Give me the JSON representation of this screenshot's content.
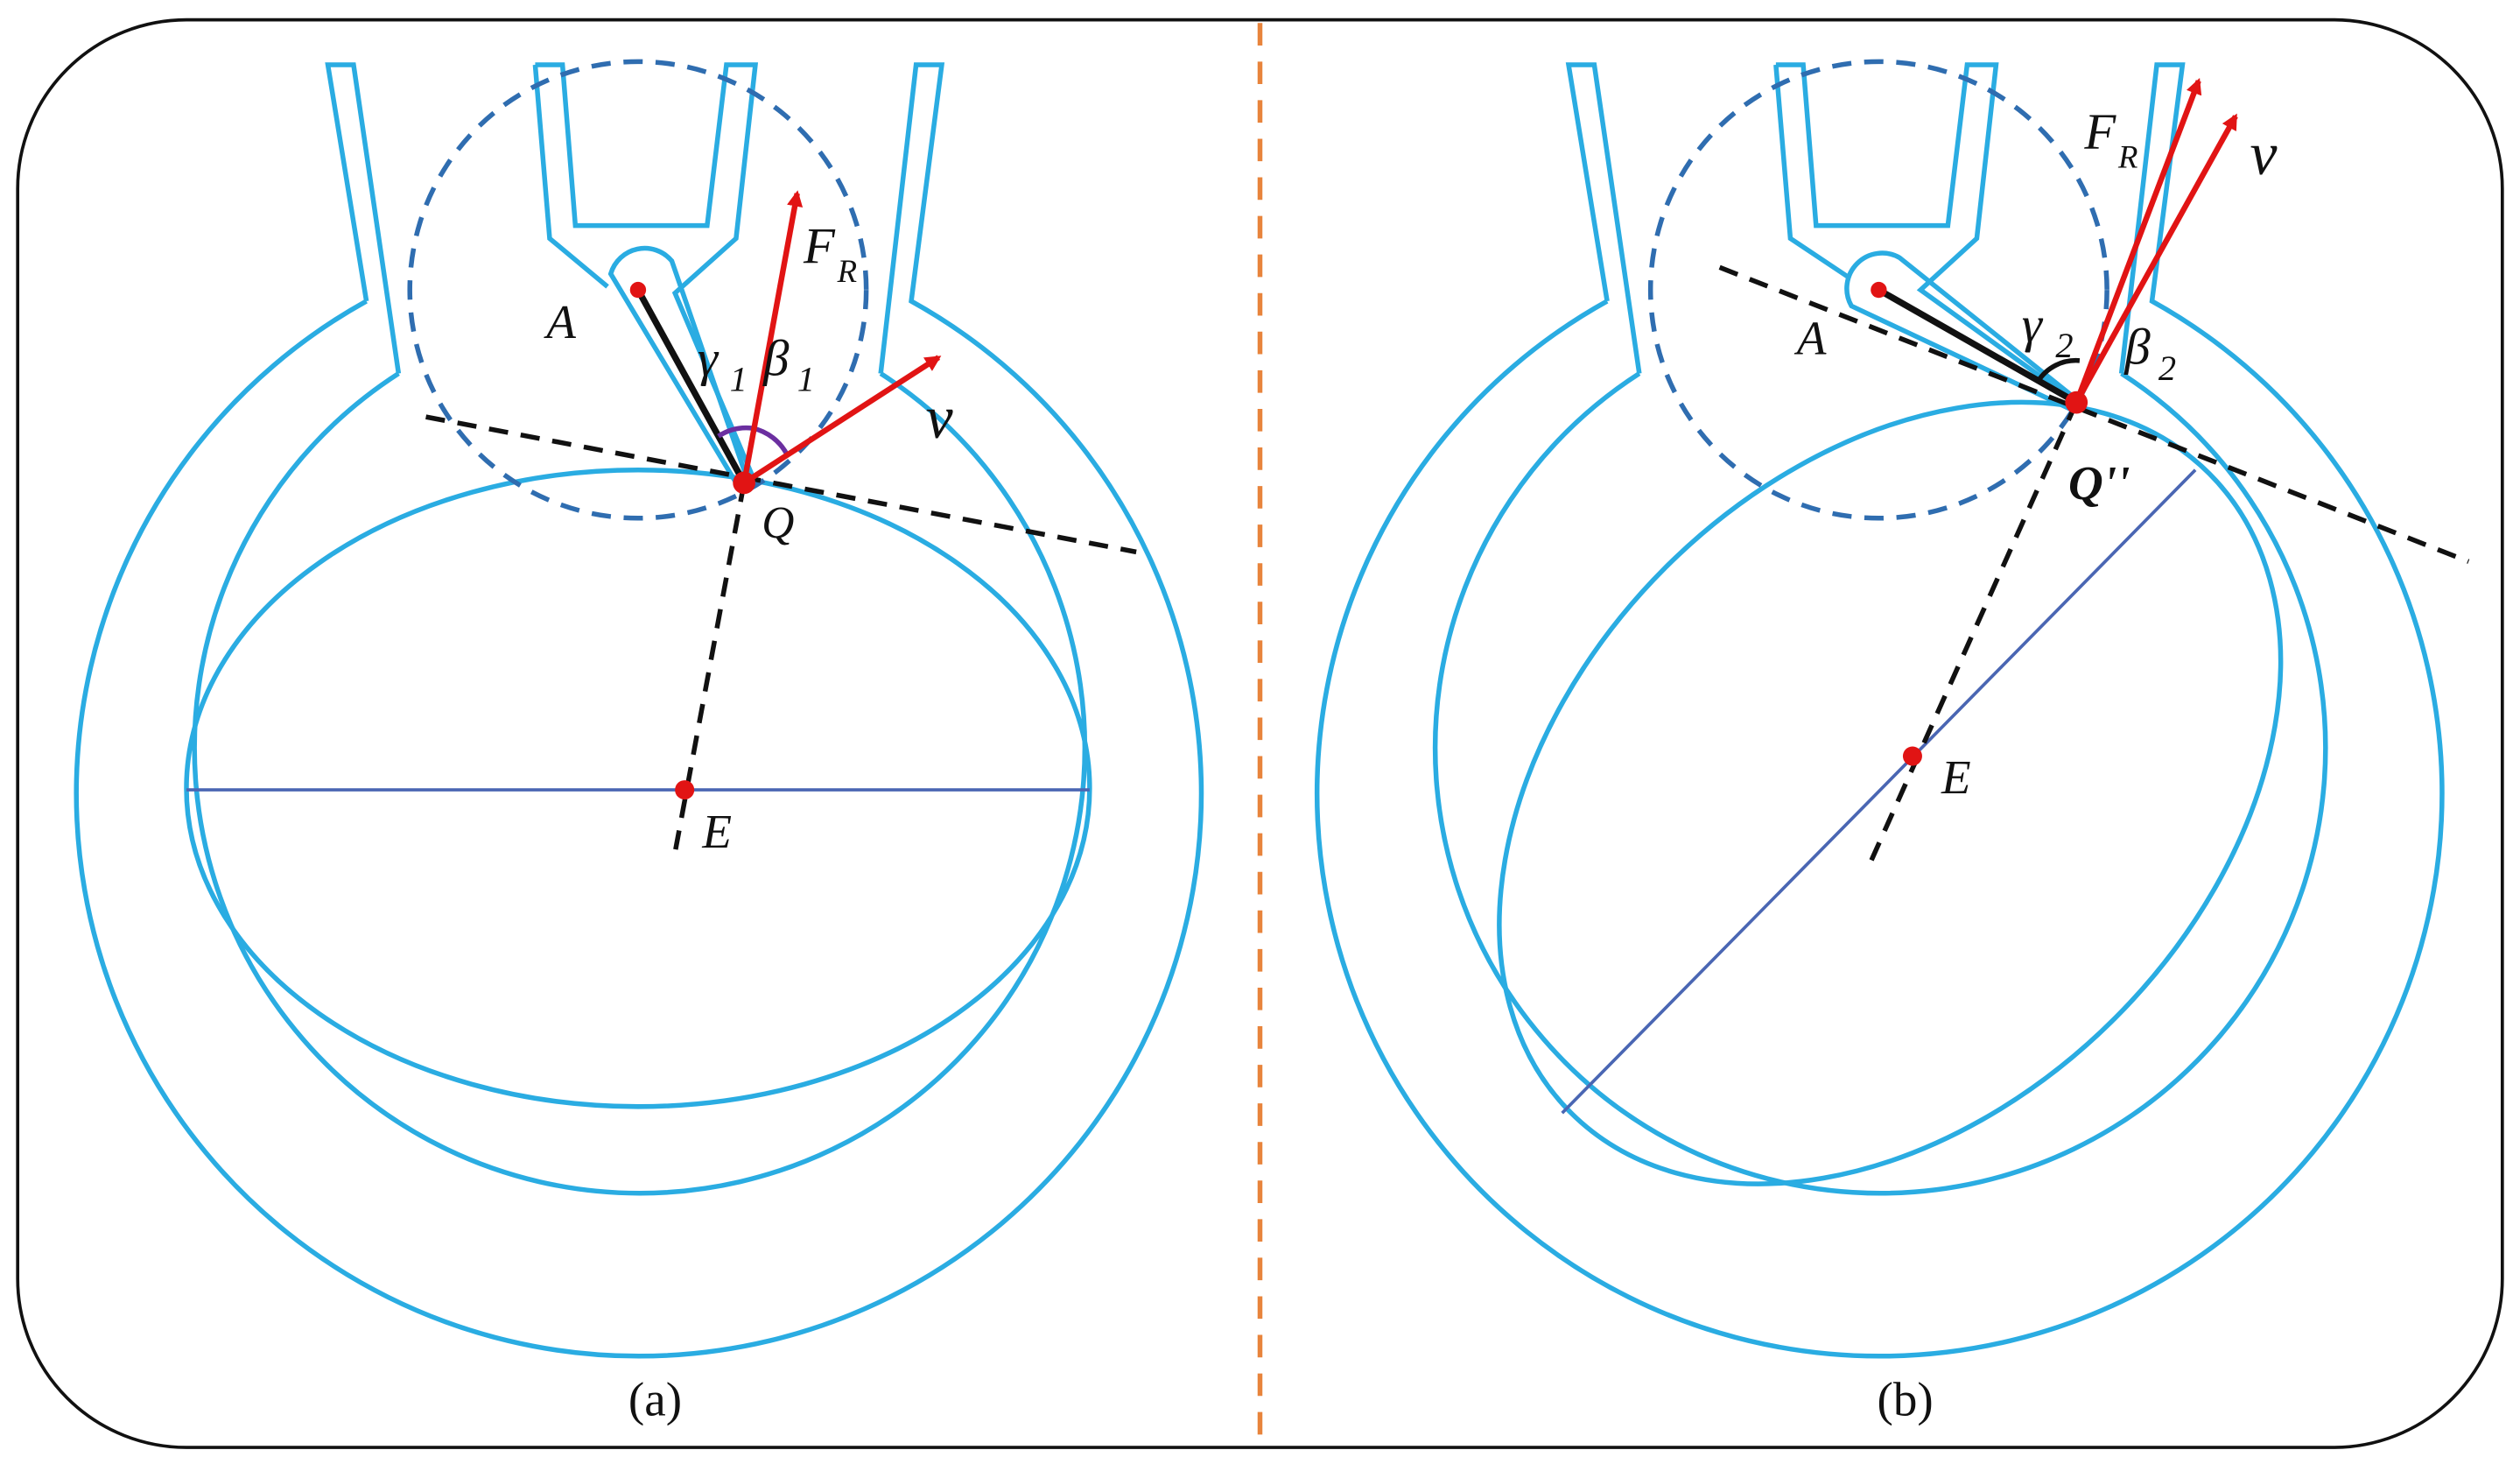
{
  "colors": {
    "outline": "#2aace2",
    "dashed_circle": "#2f6db0",
    "divider": "#e8843c",
    "vector": "#e11414",
    "dot": "#e11414",
    "axis_line": "#4a66b3",
    "frame": "#111111",
    "angle_arc_a": "#6b2fa0",
    "angle_arc_b": "#111111"
  },
  "panel_a": {
    "caption": "(a)",
    "point_a": "A",
    "point_q": "Q",
    "point_e": "E",
    "force_main": "F",
    "force_sub": "R",
    "velocity": "v",
    "gamma_main": "γ",
    "gamma_sub": "1",
    "beta_main": "β",
    "beta_sub": "1"
  },
  "panel_b": {
    "caption": "(b)",
    "point_a": "A",
    "point_q": "Q''",
    "point_e": "E",
    "force_main": "F",
    "force_sub": "R",
    "velocity": "v",
    "gamma_main": "γ",
    "gamma_sub": "2",
    "beta_main": "β",
    "beta_sub": "2"
  }
}
